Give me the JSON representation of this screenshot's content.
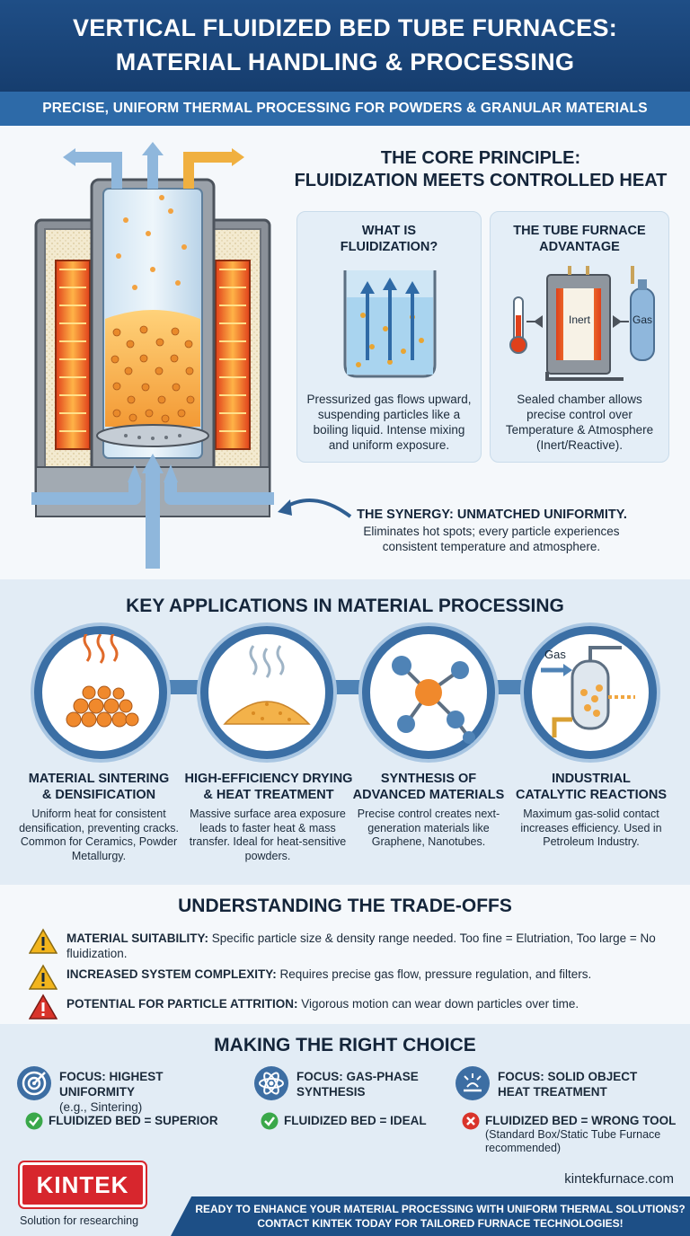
{
  "header": {
    "title_line1": "VERTICAL FLUIDIZED BED TUBE FURNACES:",
    "title_line2": "MATERIAL HANDLING & PROCESSING",
    "subtitle": "PRECISE, UNIFORM THERMAL PROCESSING FOR POWDERS & GRANULAR MATERIALS"
  },
  "core": {
    "title_line1": "THE CORE PRINCIPLE:",
    "title_line2": "FLUIDIZATION MEETS CONTROLLED HEAT",
    "fluidization": {
      "title_line1": "WHAT IS",
      "title_line2": "FLUIDIZATION?",
      "body": "Pressurized gas flows upward, suspending particles like a boiling liquid. Intense mixing and uniform exposure."
    },
    "advantage": {
      "title_line1": "THE TUBE FURNACE",
      "title_line2": "ADVANTAGE",
      "inert_label": "Inert",
      "gas_label": "Gas",
      "body": "Sealed chamber allows precise control over Temperature & Atmosphere (Inert/Reactive)."
    },
    "synergy_title": "THE SYNERGY: UNMATCHED UNIFORMITY.",
    "synergy_body": "Eliminates hot spots; every particle experiences consistent temperature and atmosphere."
  },
  "applications": {
    "title": "KEY APPLICATIONS IN MATERIAL PROCESSING",
    "gas_label": "Gas",
    "items": [
      {
        "title_line1": "MATERIAL SINTERING",
        "title_line2": "& DENSIFICATION",
        "body": "Uniform heat for consistent densification, preventing cracks. Common for Ceramics, Powder Metallurgy."
      },
      {
        "title_line1": "HIGH-EFFICIENCY DRYING",
        "title_line2": "& HEAT TREATMENT",
        "body": "Massive surface area exposure leads to faster heat & mass transfer. Ideal for heat-sensitive powders."
      },
      {
        "title_line1": "SYNTHESIS OF",
        "title_line2": "ADVANCED MATERIALS",
        "body": "Precise control creates next-generation materials like Graphene, Nanotubes."
      },
      {
        "title_line1": "INDUSTRIAL",
        "title_line2": "CATALYTIC REACTIONS",
        "body": "Maximum gas-solid contact increases efficiency. Used in Petroleum Industry."
      }
    ]
  },
  "tradeoffs": {
    "title": "UNDERSTANDING THE TRADE-OFFS",
    "items": [
      {
        "label": "MATERIAL SUITABILITY:",
        "text": " Specific particle size & density range needed. Too fine = Elutriation, Too large = No fluidization.",
        "color": "#f2b51d"
      },
      {
        "label": "INCREASED SYSTEM COMPLEXITY:",
        "text": " Requires precise gas flow, pressure regulation, and filters.",
        "color": "#f2b51d"
      },
      {
        "label": "POTENTIAL FOR PARTICLE ATTRITION:",
        "text": " Vigorous motion can wear down particles over time.",
        "color": "#d9342b"
      }
    ]
  },
  "choice": {
    "title": "MAKING THE RIGHT CHOICE",
    "items": [
      {
        "title_line1": "FOCUS: HIGHEST UNIFORMITY",
        "title_line2": "(e.g., Sintering)",
        "result": "FLUIDIZED BED = SUPERIOR",
        "note": ""
      },
      {
        "title_line1": "FOCUS: GAS-PHASE",
        "title_line2": "SYNTHESIS",
        "result": "FLUIDIZED BED = IDEAL",
        "note": ""
      },
      {
        "title_line1": "FOCUS: SOLID OBJECT",
        "title_line2": "HEAT TREATMENT",
        "result": "FLUIDIZED BED = WRONG TOOL",
        "note": "(Standard Box/Static Tube Furnace recommended)"
      }
    ]
  },
  "footer": {
    "logo": "KINTEK",
    "tagline": "Solution for researching",
    "site": "kintekfurnace.com",
    "cta_line1": "READY TO ENHANCE YOUR MATERIAL PROCESSING WITH UNIFORM THERMAL SOLUTIONS?",
    "cta_line2": "CONTACT KINTEK TODAY FOR TAILORED FURNACE TECHNOLOGIES!"
  },
  "colors": {
    "navy": "#1f4e86",
    "accent_blue": "#2d6aa8",
    "heat_orange": "#f07a22",
    "kintek_red": "#d7262d",
    "success_green": "#3aa84a"
  }
}
